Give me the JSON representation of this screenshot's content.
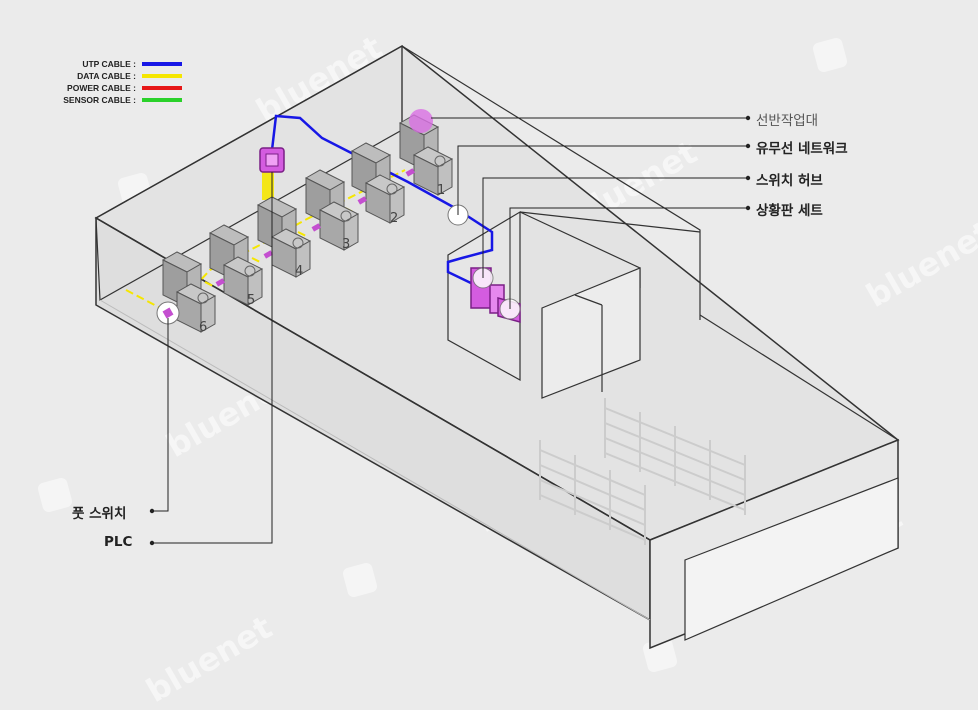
{
  "legend": [
    {
      "label": "UTP CABLE :",
      "color": "#1717e6"
    },
    {
      "label": "DATA CABLE :",
      "color": "#f5e600"
    },
    {
      "label": "POWER CABLE :",
      "color": "#e61717"
    },
    {
      "label": "SENSOR CABLE :",
      "color": "#2ad12a"
    }
  ],
  "callouts": {
    "lathe": "선반작업대",
    "wired_network": "유무선 네트워크",
    "switch_hub": "스위치 허브",
    "status_board": "상황판 세트",
    "foot_switch": "풋 스위치",
    "plc": "PLC"
  },
  "stations": [
    "1",
    "2",
    "3",
    "4",
    "5",
    "6"
  ],
  "watermark": "bluenet"
}
